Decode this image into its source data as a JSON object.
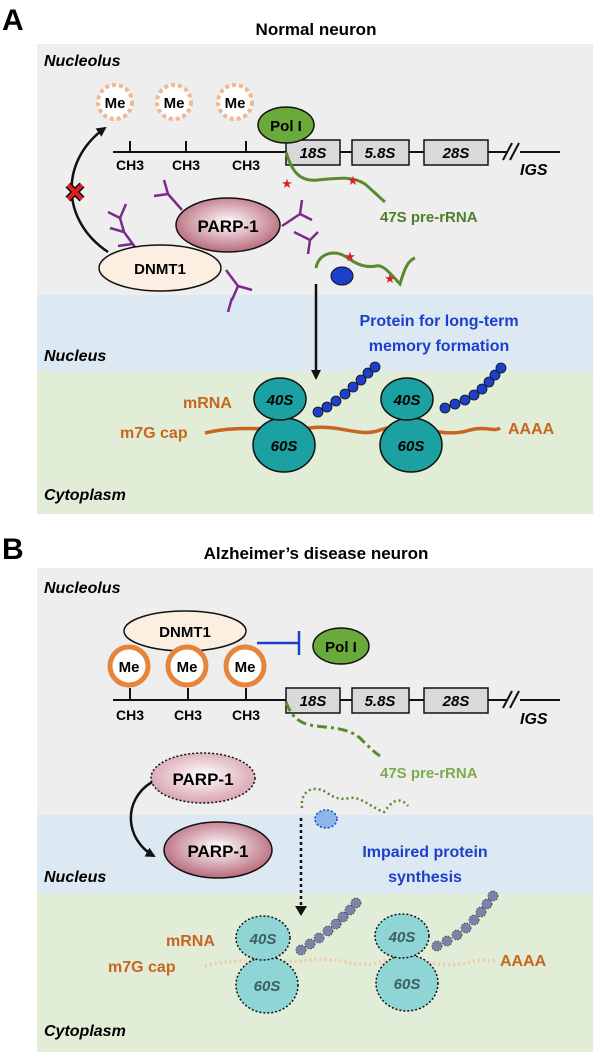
{
  "panelA": {
    "letter": "A",
    "title": "Normal neuron",
    "region_nucleolus": "Nucleolus",
    "region_nucleus": "Nucleus",
    "region_cytoplasm": "Cytoplasm",
    "me_labels": [
      "Me",
      "Me",
      "Me"
    ],
    "ch3_labels": [
      "CH3",
      "CH3",
      "CH3"
    ],
    "pol1": "Pol I",
    "genes": [
      "18S",
      "5.8S",
      "28S"
    ],
    "igs": "IGS",
    "pre_rrna": "47S pre-rRNA",
    "parp1": "PARP-1",
    "dnmt1": "DNMT1",
    "protein_text_1": "Protein for long-term",
    "protein_text_2": "memory formation",
    "mrna": "mRNA",
    "m7g": "m7G cap",
    "aaaa": "AAAA",
    "ribosome_small": [
      "40S",
      "40S"
    ],
    "ribosome_large": [
      "60S",
      "60S"
    ]
  },
  "panelB": {
    "letter": "B",
    "title": "Alzheimer’s disease neuron",
    "region_nucleolus": "Nucleolus",
    "region_nucleus": "Nucleus",
    "region_cytoplasm": "Cytoplasm",
    "dnmt1": "DNMT1",
    "me_labels": [
      "Me",
      "Me",
      "Me"
    ],
    "ch3_labels": [
      "CH3",
      "CH3",
      "CH3"
    ],
    "pol1": "Pol I",
    "genes": [
      "18S",
      "5.8S",
      "28S"
    ],
    "igs": "IGS",
    "pre_rrna": "47S pre-rRNA",
    "parp1_top": "PARP-1",
    "parp1_bottom": "PARP-1",
    "impaired_1": "Impaired protein",
    "impaired_2": "synthesis",
    "mrna": "mRNA",
    "m7g": "m7G cap",
    "aaaa": "AAAA",
    "ribosome_small": [
      "40S",
      "40S"
    ],
    "ribosome_large": [
      "60S",
      "60S"
    ]
  },
  "colors": {
    "nucleolus_bg": "#eeeeee",
    "nucleus_bg": "#dce8f2",
    "cytoplasm_bg": "#e1edd7",
    "ribosome": "#1ba1a1",
    "ribosome_faded": "#90d5d5",
    "pol1": "#6aaa3a",
    "rna_green": "#5a8a2e",
    "rna_light_green": "#7dab4d",
    "protein_blue": "#1e3fcc",
    "mrna_orange": "#c8651e",
    "me_orange": "#e6843a",
    "parp": "#b8667a",
    "dnmt1_fill": "#fdeee2",
    "branch_purple": "#7b2b8a",
    "star_red": "#e02020"
  }
}
